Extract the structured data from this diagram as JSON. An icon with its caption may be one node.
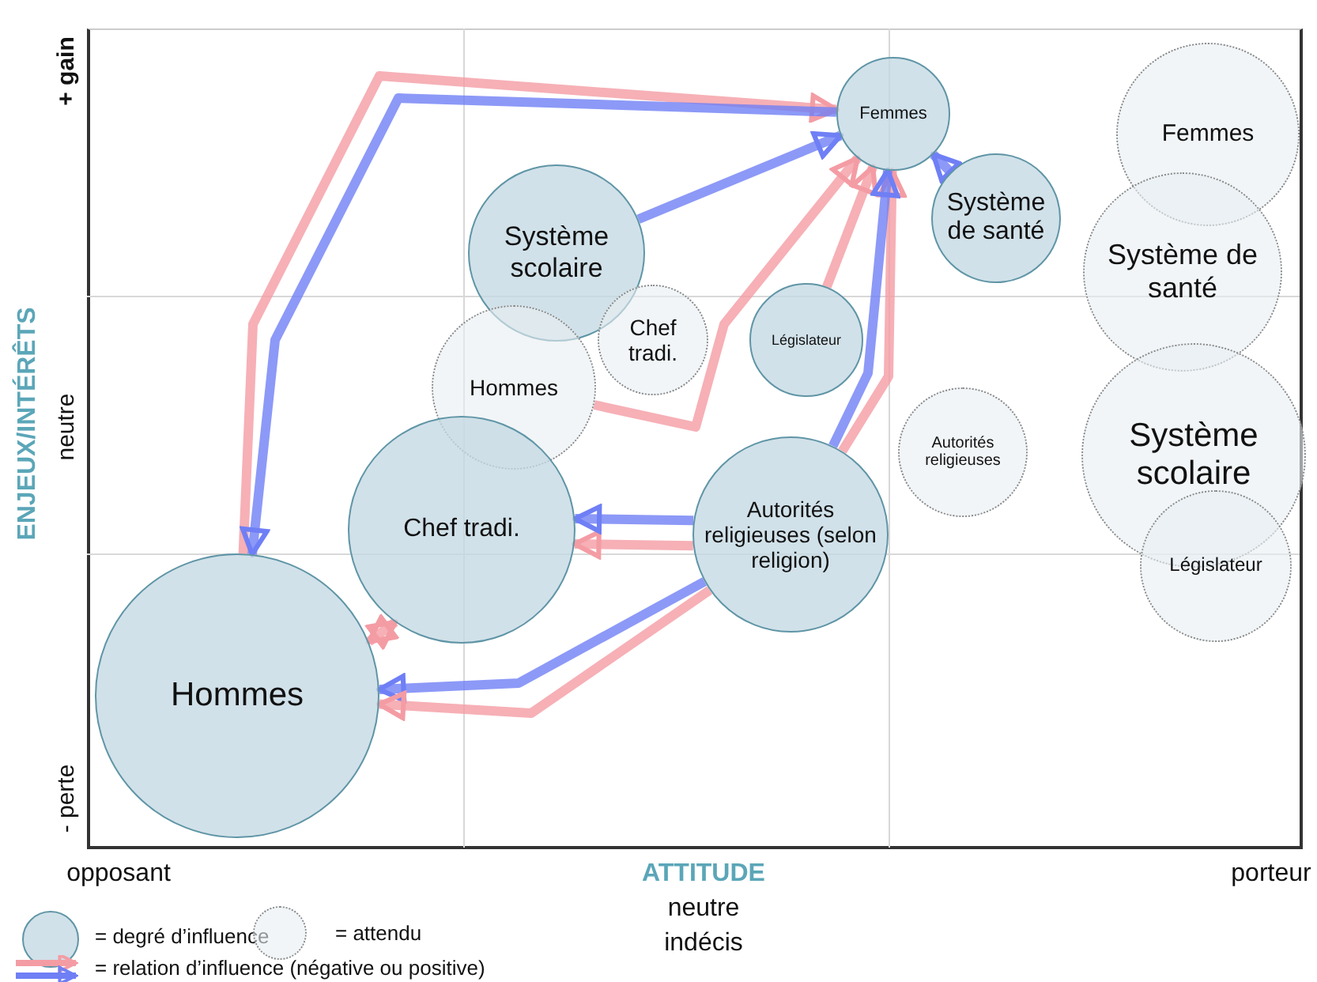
{
  "diagram": {
    "nodes": [
      {
        "text": [
          "Femmes"
        ]
      },
      {
        "text": [
          "Femmes"
        ]
      },
      {
        "text": [
          "Système de santé"
        ]
      },
      {
        "text": [
          "Système scolaire"
        ]
      },
      {
        "text": [
          "Système de santé"
        ]
      },
      {
        "text": [
          "Chef tradi."
        ]
      },
      {
        "text": [
          "Législateur"
        ]
      },
      {
        "text": [
          "Hommes"
        ]
      },
      {
        "text": [
          "Autorités religieuses"
        ]
      },
      {
        "text": [
          "Système scolaire"
        ]
      },
      {
        "text": [
          "Chef tradi."
        ]
      },
      {
        "text": [
          "Autorités religieuses (selon religion)"
        ]
      },
      {
        "text": [
          "Législateur"
        ]
      },
      {
        "text": [
          "Hommes"
        ]
      }
    ],
    "edges": [
      {
        "from": 3,
        "to": 0,
        "arrow": "to",
        "color": "#6f7ff5"
      },
      {
        "from": 2,
        "to": 0,
        "arrow": "to",
        "color": "#6f7ff5"
      },
      {
        "from": 7,
        "to": 0,
        "arrow": "to",
        "color": "#f49ca4"
      },
      {
        "from": 13,
        "to": 0,
        "arrow": "to",
        "color": "#f49ca4"
      },
      {
        "from": 0,
        "to": 13,
        "arrow": "to",
        "color": "#6f7ff5"
      },
      {
        "from": 6,
        "to": 0,
        "arrow": "to",
        "color": "#f49ca4"
      },
      {
        "from": 11,
        "to": 0,
        "arrow": "to",
        "color": "#f49ca4"
      },
      {
        "from": 11,
        "to": 0,
        "arrow": "to",
        "color": "#6f7ff5"
      },
      {
        "from": 11,
        "to": 10,
        "arrow": "to",
        "color": "#f49ca4"
      },
      {
        "from": 11,
        "to": 10,
        "arrow": "to",
        "color": "#6f7ff5"
      },
      {
        "from": 13,
        "to": 10,
        "arrow": "both",
        "color": "#f49ca4"
      },
      {
        "from": 11,
        "to": 13,
        "arrow": "to",
        "color": "#6f7ff5"
      },
      {
        "from": 11,
        "to": 13,
        "arrow": "to",
        "color": "#f49ca4"
      }
    ],
    "labels": [
      "+ gain",
      "ENJEUX/INTÉRÊTS",
      "neutre",
      "- perte",
      "opposant",
      "ATTITUDE",
      "porteur",
      "neutre",
      "indécis"
    ],
    "legend": [
      {
        "text": "= degré d’influence"
      },
      {
        "text": "= attendu"
      },
      {
        "text": "= relation d’influence (négative ou positive)"
      }
    ]
  }
}
